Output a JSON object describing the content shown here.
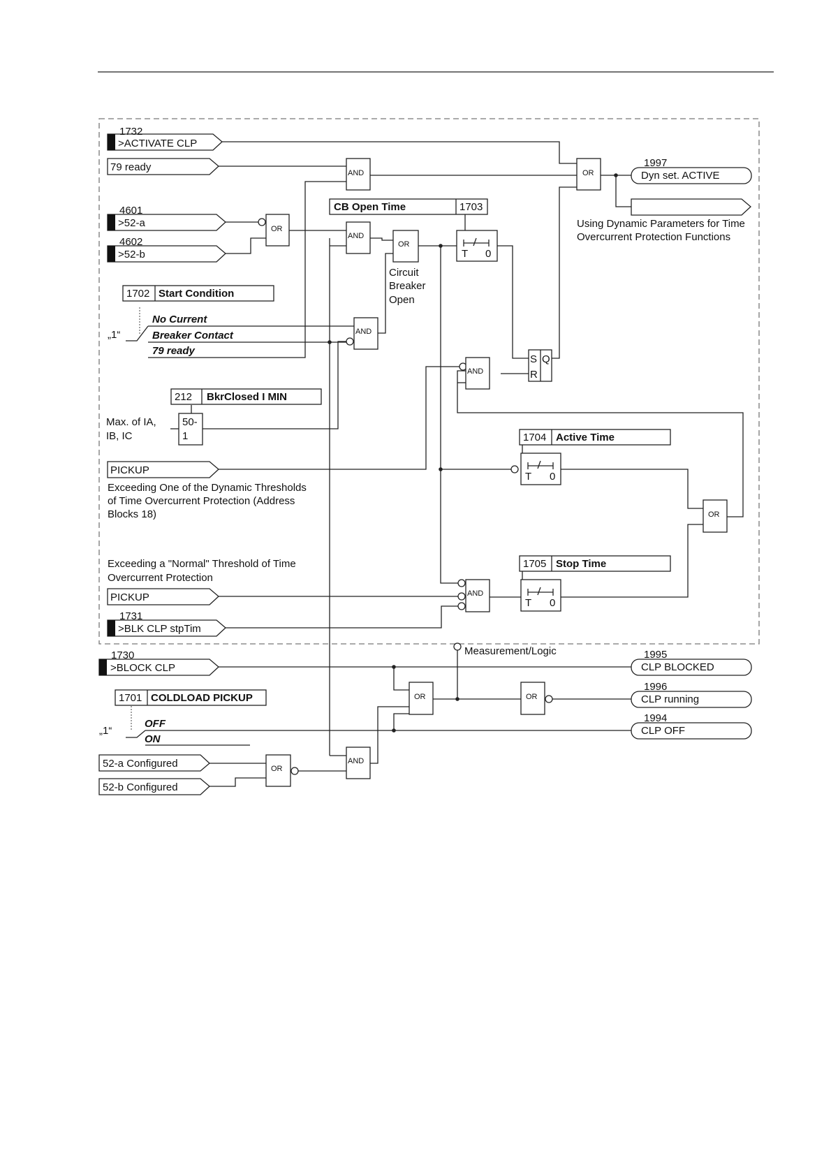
{
  "inputs": {
    "activate_clp": {
      "number": "1732",
      "label": ">ACTIVATE CLP"
    },
    "ready_79": {
      "label": "79 ready"
    },
    "a52": {
      "number": "4601",
      "label": ">52-a"
    },
    "b52": {
      "number": "4602",
      "label": ">52-b"
    },
    "pickup_dyn": {
      "label": "PICKUP"
    },
    "pickup_norm": {
      "label": "PICKUP"
    },
    "blk_stptim": {
      "number": "1731",
      "label": ">BLK CLP stpTim"
    },
    "block_clp": {
      "number": "1730",
      "label": ">BLOCK CLP"
    },
    "a52_conf": {
      "label": "52-a Configured"
    },
    "b52_conf": {
      "label": "52-b Configured"
    }
  },
  "outputs": {
    "dyn_active": {
      "number": "1997",
      "label": "Dyn set. ACTIVE"
    },
    "clp_blocked": {
      "number": "1995",
      "label": "CLP BLOCKED"
    },
    "clp_running": {
      "number": "1996",
      "label": "CLP running"
    },
    "clp_off": {
      "number": "1994",
      "label": "CLP OFF"
    }
  },
  "params": {
    "cb_open_time": {
      "label": "CB Open Time",
      "number": "1703"
    },
    "start_condition": {
      "number": "1702",
      "label": "Start Condition"
    },
    "bkr_closed": {
      "number": "212",
      "label": "BkrClosed I MIN"
    },
    "active_time": {
      "number": "1704",
      "label": "Active Time"
    },
    "stop_time": {
      "number": "1705",
      "label": "Stop Time"
    },
    "coldload": {
      "number": "1701",
      "label": "COLDLOAD PICKUP"
    }
  },
  "start_options": {
    "no_current": "No Current",
    "breaker_contact": "Breaker Contact",
    "ready_79": "79 ready",
    "switch_label": "„1“"
  },
  "coldload_options": {
    "off": "OFF",
    "on": "ON",
    "switch_label": "„1“"
  },
  "gates": {
    "and": "AND",
    "or": "OR"
  },
  "timer": {
    "t": "T",
    "zero": "0"
  },
  "flipflop": {
    "s": "S",
    "q": "Q",
    "r": "R"
  },
  "element_50_1": {
    "line1": "50-",
    "line2": "1"
  },
  "notes": {
    "dynamic_params": [
      "Using Dynamic Parameters for Time",
      "Overcurrent Protection Functions"
    ],
    "cb_open": [
      "Circuit",
      "Breaker",
      "Open"
    ],
    "max_current": [
      "Max. of IA,",
      "IB, IC"
    ],
    "exceed_dynamic": [
      "Exceeding One of the Dynamic Thresholds",
      "of Time Overcurrent Protection (Address",
      "Blocks 18)"
    ],
    "exceed_normal": [
      "Exceeding a \"Normal\" Threshold of Time",
      "Overcurrent Protection"
    ],
    "measurement_logic": "Measurement/Logic"
  }
}
